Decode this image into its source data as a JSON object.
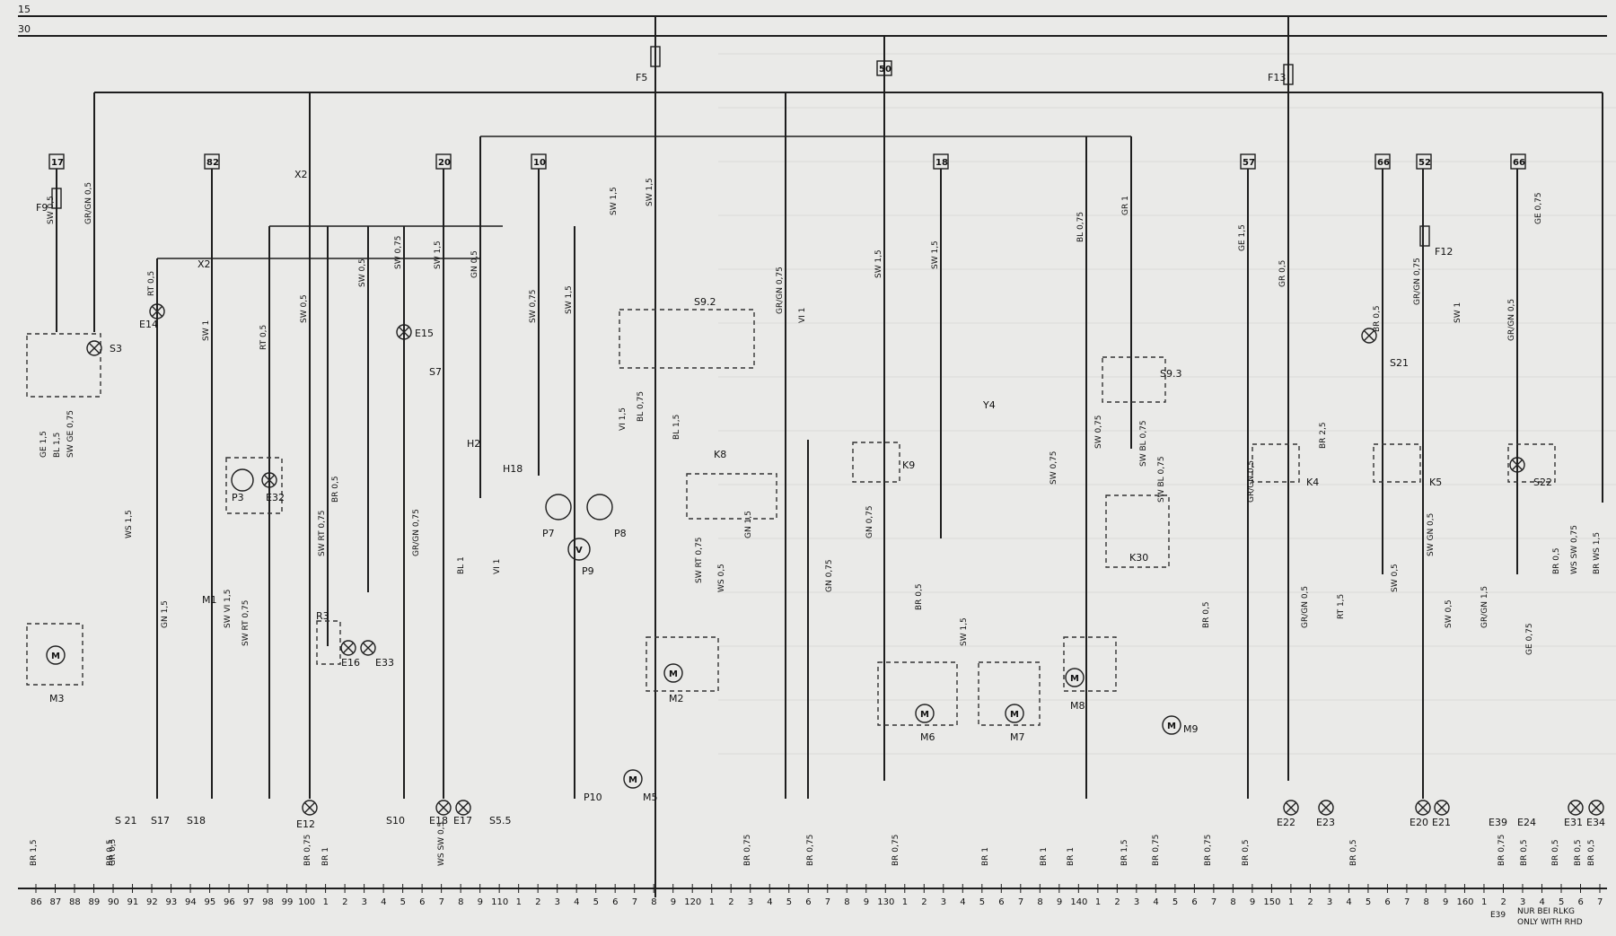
{
  "bus_labels": [
    "15",
    "30"
  ],
  "fuse_tags": [
    {
      "id": "tag-17",
      "label": "17"
    },
    {
      "id": "tag-82",
      "label": "82"
    },
    {
      "id": "tag-20",
      "label": "20"
    },
    {
      "id": "tag-10",
      "label": "10"
    },
    {
      "id": "tag-50",
      "label": "50"
    },
    {
      "id": "tag-18",
      "label": "18"
    },
    {
      "id": "tag-57",
      "label": "57"
    },
    {
      "id": "tag-66a",
      "label": "66"
    },
    {
      "id": "tag-52",
      "label": "52"
    },
    {
      "id": "tag-66b",
      "label": "66"
    }
  ],
  "fuses": [
    "F9",
    "F5",
    "F13",
    "F12"
  ],
  "connectors": [
    "X2",
    "X2"
  ],
  "components": [
    {
      "id": "S3",
      "label": "S3"
    },
    {
      "id": "M3",
      "label": "M3"
    },
    {
      "id": "E14",
      "label": "E14"
    },
    {
      "id": "M1",
      "label": "M1"
    },
    {
      "id": "P3",
      "label": "P3"
    },
    {
      "id": "E32",
      "label": "E32"
    },
    {
      "id": "E12",
      "label": "E12"
    },
    {
      "id": "R3",
      "label": "R3"
    },
    {
      "id": "E16",
      "label": "E16"
    },
    {
      "id": "E33",
      "label": "E33"
    },
    {
      "id": "E15",
      "label": "E15"
    },
    {
      "id": "S7",
      "label": "S7"
    },
    {
      "id": "H2",
      "label": "H2"
    },
    {
      "id": "H18",
      "label": "H18"
    },
    {
      "id": "P7",
      "label": "P7"
    },
    {
      "id": "P8",
      "label": "P8"
    },
    {
      "id": "P9",
      "label": "P9"
    },
    {
      "id": "S9.2",
      "label": "S9.2"
    },
    {
      "id": "K8",
      "label": "K8"
    },
    {
      "id": "M2",
      "label": "M2"
    },
    {
      "id": "P10",
      "label": "P10"
    },
    {
      "id": "M5",
      "label": "M5"
    },
    {
      "id": "K9",
      "label": "K9"
    },
    {
      "id": "Y4",
      "label": "Y4"
    },
    {
      "id": "M6",
      "label": "M6"
    },
    {
      "id": "M7",
      "label": "M7"
    },
    {
      "id": "S9.3",
      "label": "S9.3"
    },
    {
      "id": "K30",
      "label": "K30"
    },
    {
      "id": "M8",
      "label": "M8"
    },
    {
      "id": "M9",
      "label": "M9"
    },
    {
      "id": "K4",
      "label": "K4"
    },
    {
      "id": "K5",
      "label": "K5"
    },
    {
      "id": "S21",
      "label": "S21"
    },
    {
      "id": "S22",
      "label": "S22"
    },
    {
      "id": "E22",
      "label": "E22"
    },
    {
      "id": "E23",
      "label": "E23"
    },
    {
      "id": "E20",
      "label": "E20"
    },
    {
      "id": "E21",
      "label": "E21"
    },
    {
      "id": "E39",
      "label": "E39"
    },
    {
      "id": "E24",
      "label": "E24"
    },
    {
      "id": "E31",
      "label": "E31"
    },
    {
      "id": "E34",
      "label": "E34"
    },
    {
      "id": "S21b",
      "label": "S 21"
    },
    {
      "id": "S17",
      "label": "S17"
    },
    {
      "id": "S18",
      "label": "S18"
    },
    {
      "id": "S10",
      "label": "S10"
    },
    {
      "id": "E18",
      "label": "E18"
    },
    {
      "id": "E17",
      "label": "E17"
    },
    {
      "id": "S5.5",
      "label": "S5.5"
    }
  ],
  "wire_labels": [
    "SW 0,5",
    "GR/GN 0,5",
    "RT 0,5",
    "SW 1",
    "RT 0,5",
    "SW 0,5",
    "SW 0,5",
    "SW 0,75",
    "SW 1,5",
    "GN 0,5",
    "SW 0,75",
    "SW 1,5",
    "SW 1,5",
    "SW 1,5",
    "GR/GN 0,75",
    "VI 1",
    "SW 1,5",
    "SW 1,5",
    "BL 0,75",
    "GR 1",
    "GE 1,5",
    "GR 0,5",
    "BR 2,5",
    "BR 0,5",
    "GR/GN 0,75",
    "SW 1",
    "GR/GN 0,5",
    "BR 0,5",
    "WS SW 0,75",
    "BR WS 1,5",
    "GE 1,5",
    "BL 1,5",
    "SW GE 0,75",
    "WS 1,5",
    "GN 1,5",
    "SW VI 1,5",
    "SW RT 0,75",
    "SW RT 0,75",
    "BR 0,5",
    "GR/GN 0,75",
    "BL 1",
    "VI 1",
    "VI 1,5",
    "BL 0,75",
    "BL 1,5",
    "SW RT 0,75",
    "WS 0,5",
    "GN 1,5",
    "GN 0,75",
    "GN 0,75",
    "BR 0,5",
    "SW 1,5",
    "SW 0,75",
    "SW 0,75",
    "SW BL 0,75",
    "SW BL 0,75",
    "BR 0,5",
    "GR/GN 0,5",
    "GR/GN 0,5",
    "RT 1,5",
    "SW 0,5",
    "SW GN 0,5",
    "SW 0,5",
    "GR/GN 1,5",
    "GE 0,75",
    "GE 0,75"
  ],
  "ground_labels": [
    "BR 1,5",
    "GR 0,5",
    "BR 0,5",
    "BR 0,75",
    "BR 1",
    "WS SW 0,5",
    "BR 0,75",
    "BR 0,75",
    "BR 0,75",
    "BR 1",
    "BR 1",
    "BR 1",
    "BR 1,5",
    "BR 0,75",
    "BR 0,75",
    "BR 0,5",
    "BR 0,5",
    "BR 0,75",
    "BR 0,5",
    "BR 0,5",
    "BR 0,5",
    "BR 0,5"
  ],
  "bottom_numbers": [
    "86",
    "87",
    "88",
    "89",
    "90",
    "91",
    "92",
    "93",
    "94",
    "95",
    "96",
    "97",
    "98",
    "99",
    "100",
    "1",
    "2",
    "3",
    "4",
    "5",
    "6",
    "7",
    "8",
    "9",
    "110",
    "1",
    "2",
    "3",
    "4",
    "5",
    "6",
    "7",
    "8",
    "9",
    "120",
    "1",
    "2",
    "3",
    "4",
    "5",
    "6",
    "7",
    "8",
    "9",
    "130",
    "1",
    "2",
    "3",
    "4",
    "5",
    "6",
    "7",
    "8",
    "9",
    "140",
    "1",
    "2",
    "3",
    "4",
    "5",
    "6",
    "7",
    "8",
    "9",
    "150",
    "1",
    "2",
    "3",
    "4",
    "5",
    "6",
    "7",
    "8",
    "9",
    "160",
    "1",
    "2",
    "3",
    "4",
    "5",
    "6",
    "7"
  ],
  "footnote": {
    "ref": "E39",
    "line1": "NUR BEI RLKG",
    "line2": "ONLY WITH RHD"
  }
}
